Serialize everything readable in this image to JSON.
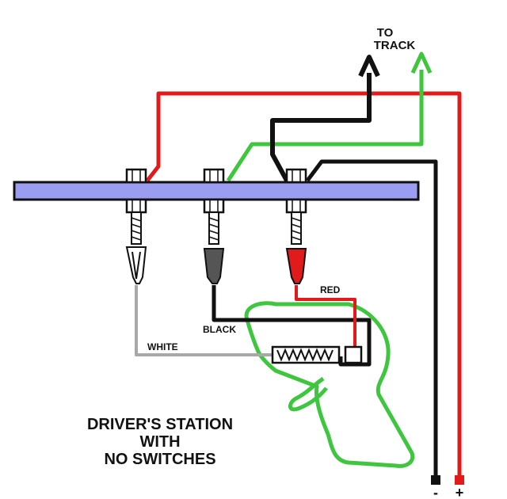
{
  "diagram": {
    "title_lines": [
      "DRIVER'S STATION",
      "WITH",
      "NO SWITCHES"
    ],
    "labels": {
      "to_track_line1": "TO",
      "to_track_line2": "TRACK",
      "red": "RED",
      "black": "BLACK",
      "white": "WHITE",
      "minus": "-",
      "plus": "+"
    },
    "colors": {
      "red_wire": "#e11b1b",
      "black_wire": "#111111",
      "green_wire": "#3ec63e",
      "white_wire": "#a8a8a8",
      "terminal_strip": "#9b9ef0",
      "controller_outline": "#3ec63e"
    }
  }
}
